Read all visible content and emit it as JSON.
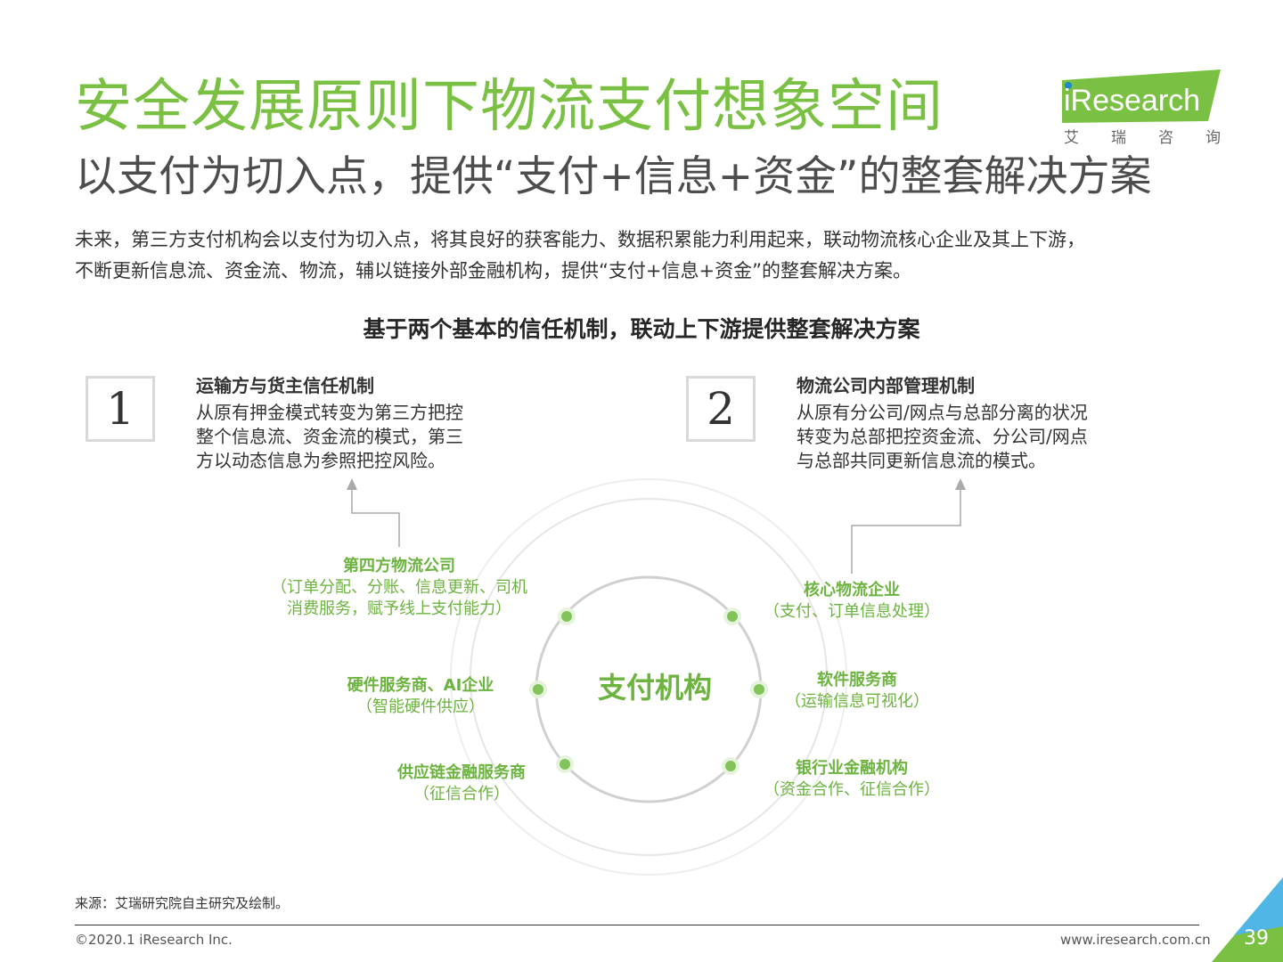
{
  "title": "安全发展原则下物流支付想象空间",
  "subtitle": "以支付为切入点，提供“支付+信息+资金”的整套解决方案",
  "intro": [
    "未来，第三方支付机构会以支付为切入点，将其良好的获客能力、数据积累能力利用起来，联动物流核心企业及其上下游，",
    "不断更新信息流、资金流、物流，辅以链接外部金融机构，提供“支付+信息+资金”的整套解决方案。"
  ],
  "logo": {
    "text": "iResearch",
    "cn": [
      "艾",
      "瑞",
      "咨",
      "询"
    ]
  },
  "section_heading": "基于两个基本的信任机制，联动上下游提供整套解决方案",
  "mechanisms": [
    {
      "number": "1",
      "title": "运输方与货主信任机制",
      "body": [
        "从原有押金模式转变为第三方把控",
        "整个信息流、资金流的模式，第三",
        "方以动态信息为参照把控风险。"
      ]
    },
    {
      "number": "2",
      "title": "物流公司内部管理机制",
      "body": [
        "从原有分公司/网点与总部分离的状况",
        "转变为总部把控资金流、分公司/网点",
        "与总部共同更新信息流的模式。"
      ]
    }
  ],
  "center": "支付机构",
  "nodes": {
    "fourth_party": {
      "name": "第四方物流公司",
      "desc": [
        "（订单分配、分账、信息更新、司机",
        "消费服务，赋予线上支付能力）"
      ]
    },
    "core": {
      "name": "核心物流企业",
      "desc": [
        "（支付、订单信息处理）"
      ]
    },
    "hardware": {
      "name": "硬件服务商、AI企业",
      "desc": [
        "（智能硬件供应）"
      ]
    },
    "software": {
      "name": "软件服务商",
      "desc": [
        "（运输信息可视化）"
      ]
    },
    "supply_chain": {
      "name": "供应链金融服务商",
      "desc": [
        "（征信合作）"
      ]
    },
    "bank": {
      "name": "银行业金融机构",
      "desc": [
        "（资金合作、征信合作）"
      ]
    }
  },
  "colors": {
    "accent": "#7ac143",
    "node_text": "#6cb33f",
    "ring": "#d0d0d0"
  },
  "source": "来源：艾瑞研究院自主研究及绘制。",
  "copyright": "©2020.1 iResearch Inc.",
  "website": "www.iresearch.com.cn",
  "page_number": "39"
}
